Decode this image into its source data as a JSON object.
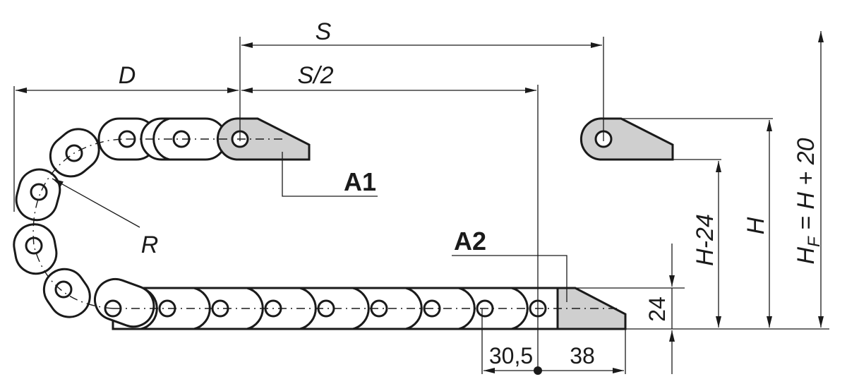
{
  "labels": {
    "S": "S",
    "S_half": "S/2",
    "D": "D",
    "R": "R",
    "A1": "A1",
    "A2": "A2",
    "H_minus_24": "H-24",
    "H": "H",
    "HF_main": "H",
    "HF_sub": "F",
    "HF_rest": " = H + 20",
    "dim_24": "24",
    "dim_30_5": "30,5",
    "dim_38": "38"
  }
}
